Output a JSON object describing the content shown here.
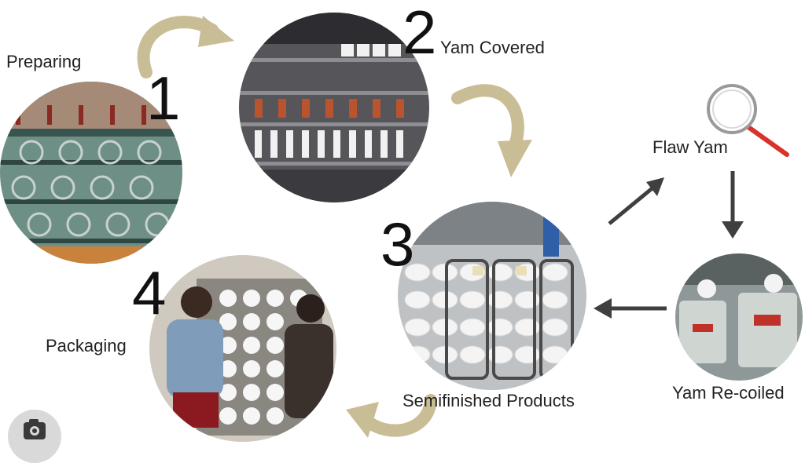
{
  "steps": [
    {
      "number": "1",
      "label": "Preparing"
    },
    {
      "number": "2",
      "label": "Yam Covered"
    },
    {
      "number": "3",
      "label": "Semifinished Products"
    },
    {
      "number": "4",
      "label": "Packaging"
    }
  ],
  "side": {
    "flaw_label": "Flaw Yam",
    "recoil_label": "Yam Re-coiled"
  },
  "colors": {
    "curved_arrow": "#c9bd95",
    "straight_arrow": "#3f3f3f",
    "magnifier_handle": "#d9322b"
  },
  "icons": [
    "magnifier-icon",
    "camera-icon"
  ]
}
